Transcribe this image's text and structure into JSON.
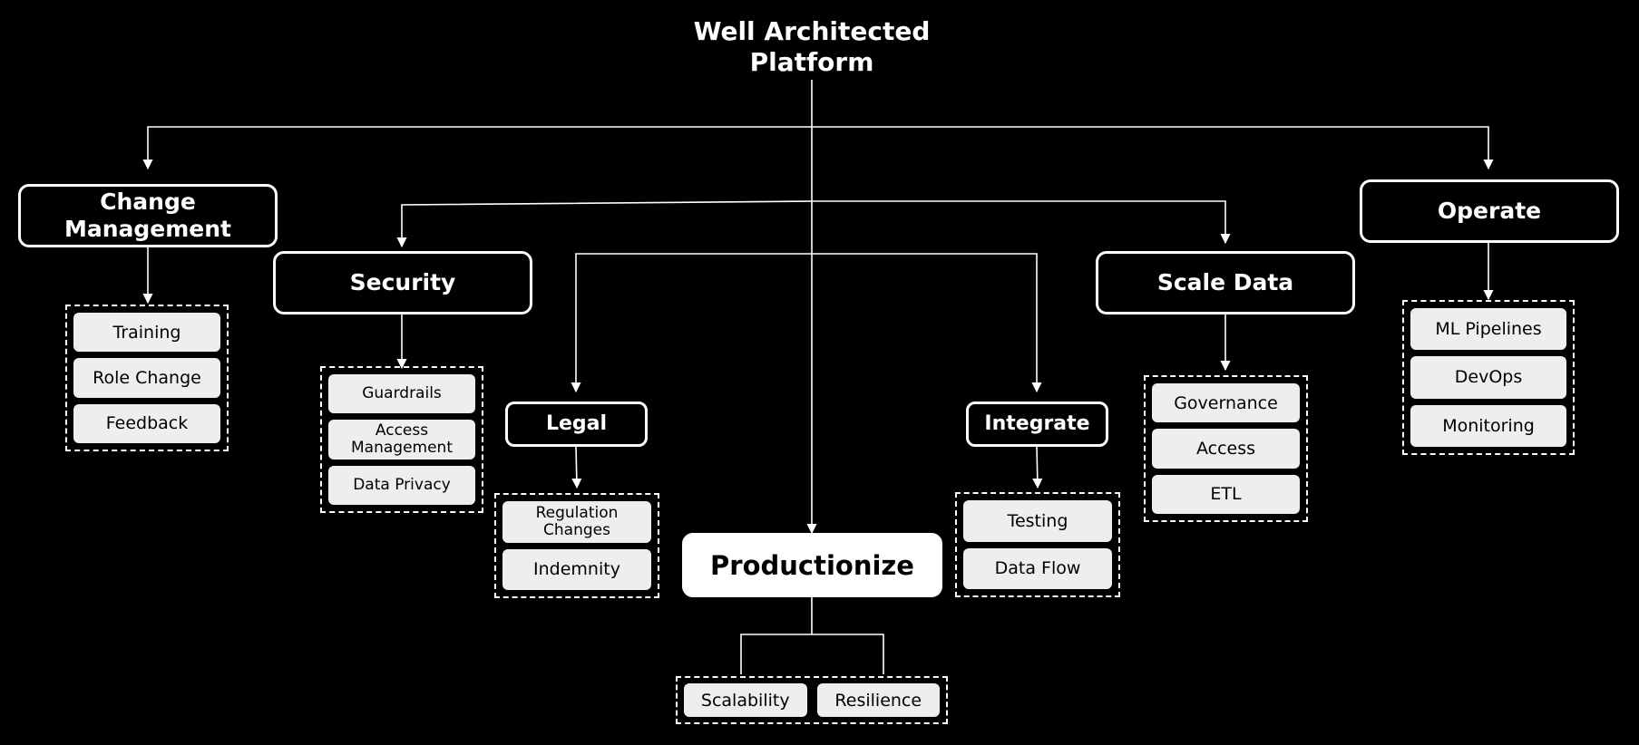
{
  "diagram": {
    "title": "Well Architected\nPlatform",
    "pillars": {
      "change_management": {
        "label": "Change\nManagement",
        "items": [
          "Training",
          "Role Change",
          "Feedback"
        ]
      },
      "security": {
        "label": "Security",
        "items": [
          "Guardrails",
          "Access\nManagement",
          "Data Privacy"
        ]
      },
      "legal": {
        "label": "Legal",
        "items": [
          "Regulation\nChanges",
          "Indemnity"
        ]
      },
      "productionize": {
        "label": "Productionize",
        "items": [
          "Scalability",
          "Resilience"
        ]
      },
      "integrate": {
        "label": "Integrate",
        "items": [
          "Testing",
          "Data Flow"
        ]
      },
      "scale_data": {
        "label": "Scale Data",
        "items": [
          "Governance",
          "Access",
          "ETL"
        ]
      },
      "operate": {
        "label": "Operate",
        "items": [
          "ML Pipelines",
          "DevOps",
          "Monitoring"
        ]
      }
    },
    "colors": {
      "background": "#000000",
      "line": "#ffffff",
      "chip": "#eeeeee",
      "chip_text": "#000000"
    }
  }
}
